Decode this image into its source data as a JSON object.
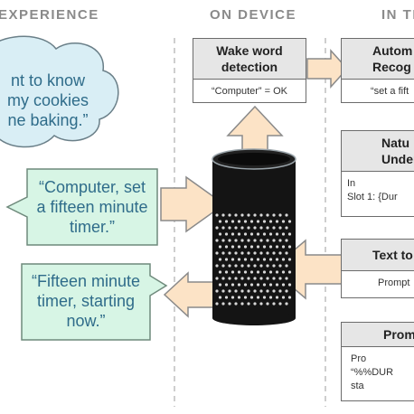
{
  "headers": {
    "experience": "EXPERIENCE",
    "on_device": "ON DEVICE",
    "in_the_cloud": "IN TH"
  },
  "cloud_bubble": {
    "lines": [
      "nt to know",
      "my cookies",
      "ne baking.”"
    ]
  },
  "user_utterance": {
    "lines": [
      "“Computer, set",
      "a fifteen minute",
      "timer.”"
    ]
  },
  "device_response": {
    "lines": [
      "“Fifteen minute",
      "timer, starting",
      "now.”"
    ]
  },
  "wake_word_box": {
    "title": "Wake word\ndetection",
    "body": "“Computer” = OK"
  },
  "asr_box": {
    "title": "Autom\nRecog",
    "body": "“set a fift"
  },
  "nlu_box": {
    "title": "Natu\nUnders",
    "body": "In\nSlot 1: {Dur"
  },
  "tts_box": {
    "title": "Text to",
    "body": "Prompt"
  },
  "prompt_box": {
    "title": "Prom",
    "body": "Pro\n“%%DUR\nsta"
  },
  "colors": {
    "cloud_fill": "#d9eef5",
    "bubble_fill": "#d7f5e5",
    "arrow_fill": "#fce3c6",
    "device_body": "#141414",
    "header_text": "#8a8a8a"
  }
}
